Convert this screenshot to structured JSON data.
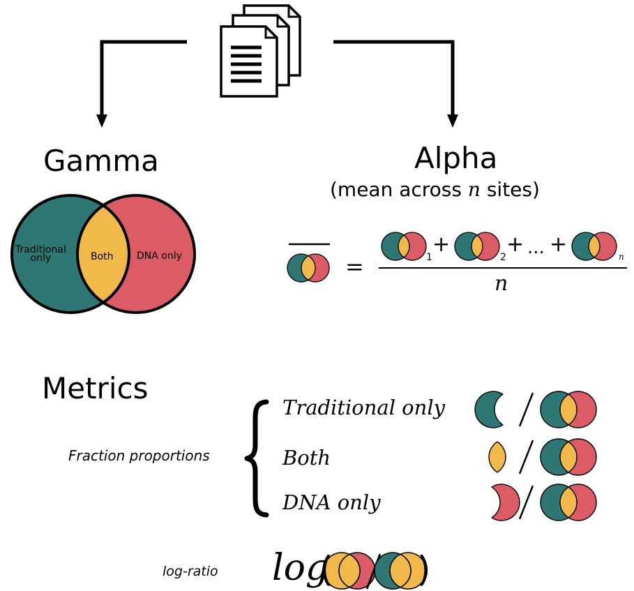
{
  "gamma": {
    "title": "Gamma",
    "venn_labels": {
      "traditional": "Traditional\nonly",
      "both": "Both",
      "dna": "DNA only"
    }
  },
  "alpha": {
    "title": "Alpha",
    "subtitle": "(mean across n sites)",
    "equation": {
      "equals": "=",
      "plus": "+",
      "ellipsis": "...",
      "sub1": "1",
      "sub2": "2",
      "subn": "n",
      "denominator": "n"
    }
  },
  "metrics": {
    "title": "Metrics",
    "fraction_label": "Fraction proportions",
    "items": [
      "Traditional only",
      "Both",
      "DNA only"
    ],
    "logratio_label": "log-ratio",
    "log_word": "log",
    "paren_open": "(",
    "paren_close": ")"
  },
  "icons": [
    "documents-icon",
    "arrow-left-down-icon",
    "arrow-right-down-icon",
    "brace-icon",
    "venn-icon",
    "slash-icon"
  ],
  "colors": {
    "traditional": "#2e7774",
    "both": "#f1b94a",
    "dna": "#db5c67",
    "stroke": "#000000"
  }
}
